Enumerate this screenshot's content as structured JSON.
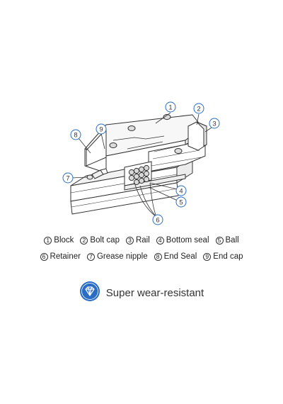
{
  "callouts": {
    "c1": "1",
    "c2": "2",
    "c3": "3",
    "c4": "4",
    "c5": "5",
    "c6": "6",
    "c7": "7",
    "c8": "8",
    "c9": "9"
  },
  "legend": {
    "row1": [
      {
        "num": "1",
        "label": "Block"
      },
      {
        "num": "2",
        "label": "Bolt cap"
      },
      {
        "num": "3",
        "label": "Rail"
      },
      {
        "num": "4",
        "label": "Bottom seal"
      },
      {
        "num": "5",
        "label": "Ball"
      }
    ],
    "row2": [
      {
        "num": "6",
        "label": "Retainer"
      },
      {
        "num": "7",
        "label": "Grease nipple"
      },
      {
        "num": "8",
        "label": "End Seal"
      },
      {
        "num": "9",
        "label": "End cap"
      }
    ]
  },
  "feature": {
    "label": "Super wear-resistant",
    "icon": "diamond-badge-icon",
    "color": "#2a6cc4"
  },
  "colors": {
    "callout": "#2a6cc4",
    "line": "#333333"
  }
}
